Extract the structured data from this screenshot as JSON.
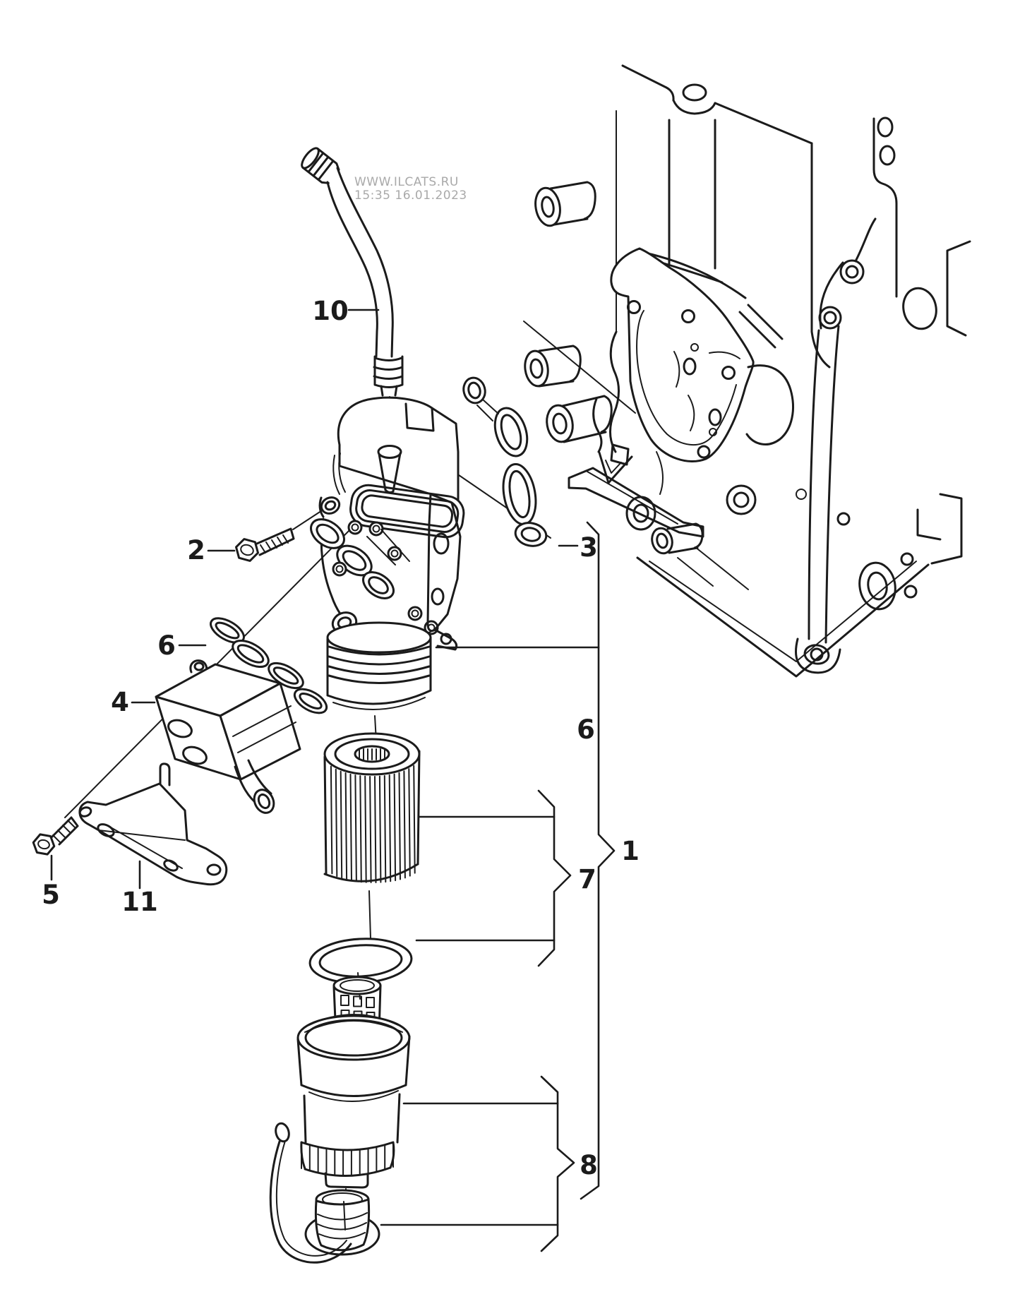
{
  "watermark": {
    "line1": "WWW.ILCATS.RU",
    "line2": "15:35 16.01.2023"
  },
  "colors": {
    "ink": "#1b1b1b",
    "watermark": "#a9a9a9",
    "background": "#ffffff"
  },
  "callouts": {
    "c1": "1",
    "c2": "2",
    "c3": "3",
    "c4": "4",
    "c5": "5",
    "c6_left": "6",
    "c6_right": "6",
    "c7": "7",
    "c8": "8",
    "c10": "10",
    "c11": "11"
  }
}
